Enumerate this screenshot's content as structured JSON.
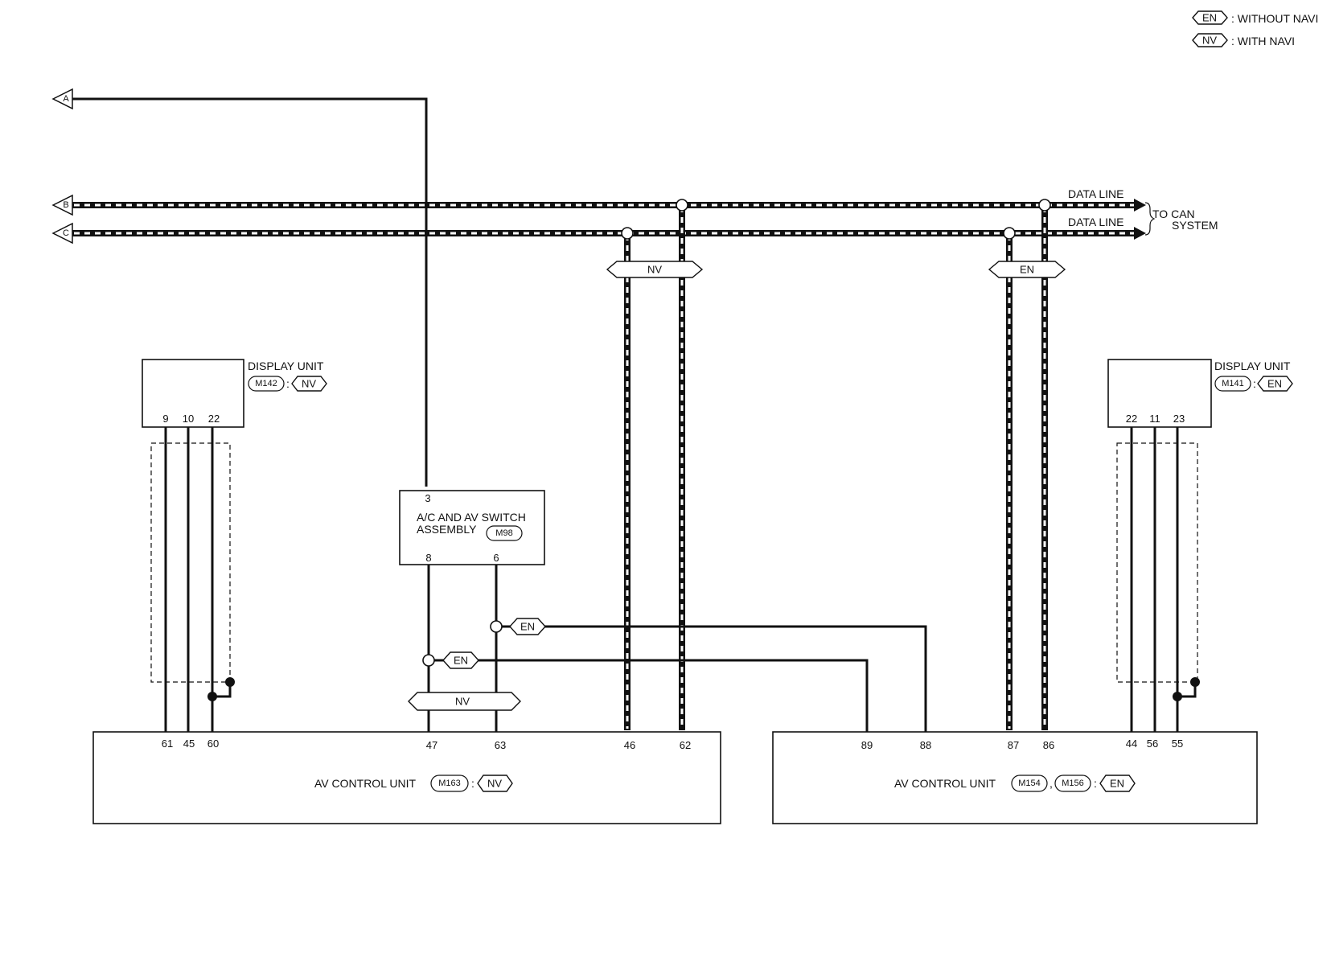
{
  "legend": {
    "items": [
      {
        "code": "EN",
        "text": ": WITHOUT NAVI"
      },
      {
        "code": "NV",
        "text": ": WITH NAVI"
      }
    ]
  },
  "connectors": {
    "a": "A",
    "b": "B",
    "c": "C"
  },
  "bus": {
    "data_line_upper": "DATA LINE",
    "data_line_lower": "DATA LINE",
    "to_can_line1": "TO CAN",
    "to_can_line2": "SYSTEM"
  },
  "display_unit_left": {
    "title": "DISPLAY UNIT",
    "connector": "M142",
    "variant": "NV",
    "pins": [
      "9",
      "10",
      "22"
    ]
  },
  "display_unit_right": {
    "title": "DISPLAY UNIT",
    "connector": "M141",
    "variant": "EN",
    "pins": [
      "22",
      "11",
      "23"
    ]
  },
  "switch_assembly": {
    "line1": "A/C AND AV SWITCH",
    "line2": "ASSEMBLY",
    "connector": "M98",
    "pin_top": "3",
    "pin_left": "8",
    "pin_right": "6"
  },
  "av_unit_left": {
    "title": "AV CONTROL UNIT",
    "connector": "M163",
    "variant": "NV",
    "pins": [
      "61",
      "45",
      "60",
      "47",
      "63",
      "46",
      "62"
    ]
  },
  "av_unit_right": {
    "title": "AV CONTROL UNIT",
    "connector1": "M154",
    "connector2": "M156",
    "variant": "EN",
    "pins": [
      "89",
      "88",
      "87",
      "86",
      "44",
      "56",
      "55"
    ]
  },
  "variant_tags": {
    "nv_bus": "NV",
    "en_bus": "EN",
    "en_upper": "EN",
    "en_lower": "EN",
    "nv_switch": "NV"
  }
}
